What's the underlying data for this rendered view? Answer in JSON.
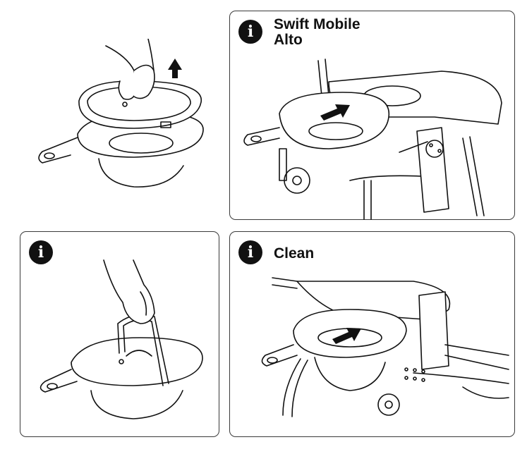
{
  "panels": [
    {
      "id": "step-1",
      "has_info_icon": false,
      "caption_lines": []
    },
    {
      "id": "step-2",
      "has_info_icon": true,
      "caption_lines": [
        "Swift Mobile",
        "Alto"
      ]
    },
    {
      "id": "step-3",
      "has_info_icon": true,
      "caption_lines": []
    },
    {
      "id": "step-4",
      "has_info_icon": true,
      "caption_lines": [
        "Clean"
      ]
    }
  ],
  "icons": {
    "info": {
      "name": "info-icon",
      "glyph": "i"
    },
    "arrow": {
      "name": "direction-arrow-icon"
    }
  },
  "colors": {
    "ink": "#111111",
    "frame": "#3a3a3a",
    "fill": "#ffffff"
  }
}
